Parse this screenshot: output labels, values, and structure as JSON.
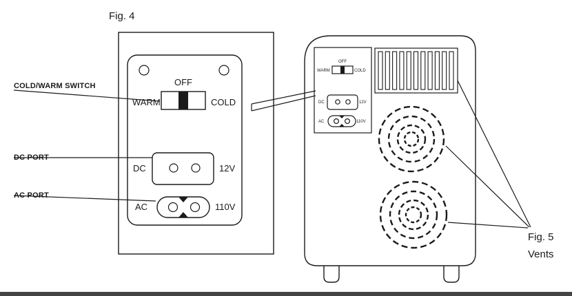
{
  "figures": {
    "fig4": "Fig. 4",
    "fig5": "Fig. 5",
    "vents": "Vents"
  },
  "callouts": {
    "switch": "COLD/WARM SWITCH",
    "dc_port": "DC PORT",
    "ac_port": "AC PORT"
  },
  "panel": {
    "off": "OFF",
    "warm": "WARM",
    "cold": "COLD",
    "dc": "DC",
    "dc_voltage": "12V",
    "ac": "AC",
    "ac_voltage": "110V"
  },
  "colors": {
    "ink": "#1a1a1a",
    "bar": "#444444"
  }
}
